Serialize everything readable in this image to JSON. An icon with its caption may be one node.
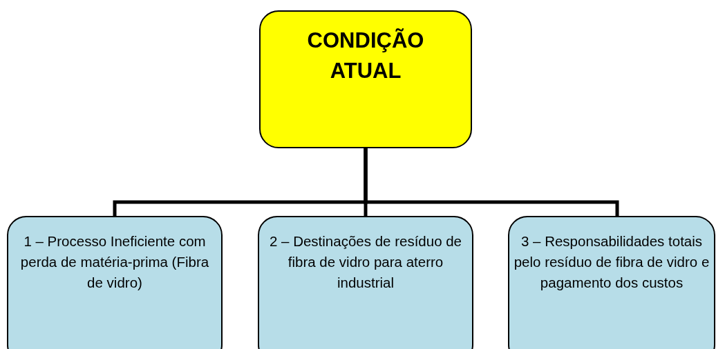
{
  "diagram": {
    "nodes": [
      {
        "text": [
          "CONDIÇÃO ATUAL"
        ]
      },
      {
        "text": [
          "1 – Processo Ineficiente com perda de matéria-prima (Fibra de vidro)"
        ]
      },
      {
        "text": [
          "2 – Destinações de resíduo de fibra de vidro para aterro industrial"
        ]
      },
      {
        "text": [
          "3 – Responsabilidades totais pelo resíduo de fibra de vidro e pagamento dos custos"
        ]
      }
    ],
    "edges": [
      {
        "from": 0,
        "to": 1,
        "arrow": "none"
      },
      {
        "from": 0,
        "to": 2,
        "arrow": "none"
      },
      {
        "from": 0,
        "to": 3,
        "arrow": "none"
      }
    ]
  }
}
